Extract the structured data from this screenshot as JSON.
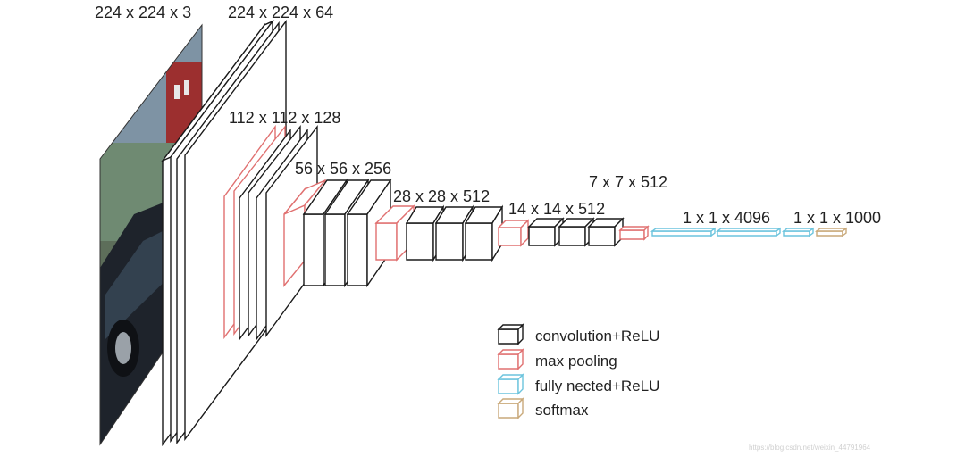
{
  "labels": {
    "input": "224 x 224 x 3",
    "block1": "224 x 224 x 64",
    "block2": "112 x 112 x 128",
    "block3": "56 x 56 x 256",
    "block4": "28 x 28 x 512",
    "block5": "14 x 14 x 512",
    "pool5": "7 x 7 x 512",
    "fc": "1 x 1 x 4096",
    "softmax": "1 x 1 x 1000"
  },
  "legend": {
    "conv": "convolution+ReLU",
    "pool": "max pooling",
    "fc": "fully nected+ReLU",
    "softmax": "softmax"
  },
  "colors": {
    "conv": "#1a1a1a",
    "pool": "#e07070",
    "fc": "#6cc4dd",
    "softmax": "#c9a97a"
  },
  "watermark": "https://blog.csdn.net/weixin_44791964"
}
